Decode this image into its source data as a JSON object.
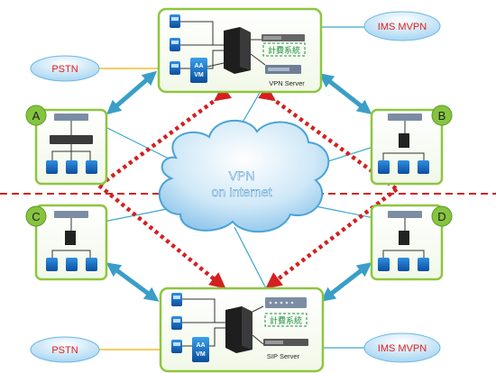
{
  "cloud": {
    "line1": "VPN",
    "line2": "on Internet"
  },
  "top_hub": {
    "billing_label": "計費系統",
    "server_label": "VPN Server",
    "aa_vm": [
      "AA",
      "VM"
    ]
  },
  "bottom_hub": {
    "billing_label": "計費系統",
    "server_label": "SIP Server",
    "aa_vm": [
      "AA",
      "VM"
    ]
  },
  "pstn_top": "PSTN",
  "pstn_bottom": "PSTN",
  "ims_top": "IMS MVPN",
  "ims_bottom": "IMS MVPN",
  "sites": {
    "a": "A",
    "b": "B",
    "c": "C",
    "d": "D"
  },
  "colors": {
    "frame_green": "#8dc63f",
    "site_circle": "#86c440",
    "phone_blue": "#1565c0",
    "arrow_teal": "#3a9ec8",
    "dash_red": "#d42020",
    "cloud_blue": "#4aa3d8",
    "ims_red": "#e02020",
    "pstn_line": "#f0b000",
    "link_line": "#3aa8c8"
  }
}
